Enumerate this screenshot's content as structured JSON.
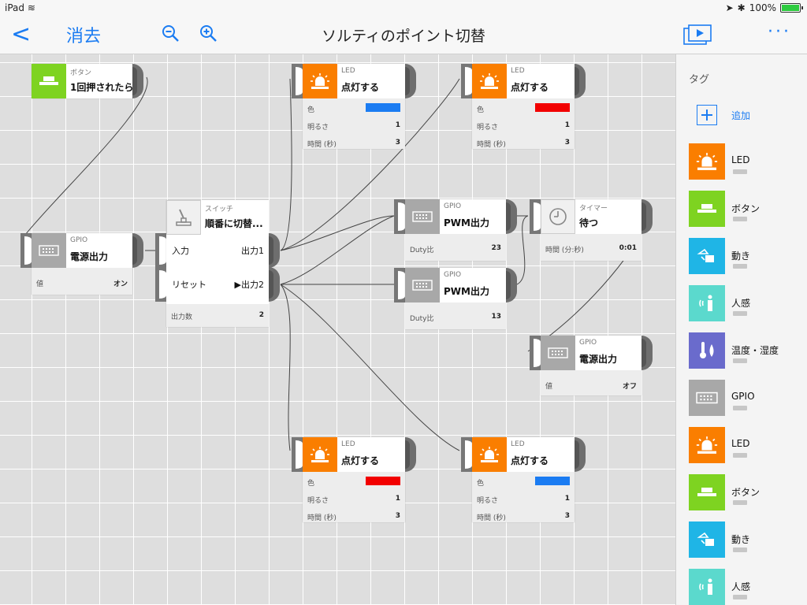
{
  "status": {
    "device": "iPad",
    "battery": "100%"
  },
  "nav": {
    "back": "<",
    "cancel": "消去",
    "title": "ソルティのポイント切替",
    "more": "···"
  },
  "colors": {
    "accent": "#1b7cf2",
    "led": "#fa7e00",
    "button": "#7ed321",
    "motion": "#1fb5e6",
    "human": "#5bd9cd",
    "temp": "#6a6bcc",
    "gpio": "#a8a8a8",
    "timer": "#f0f0f0"
  },
  "blocks": {
    "button": {
      "cat": "ボタン",
      "name": "1回押されたら",
      "icon": "button-icon"
    },
    "gpio_power": {
      "cat": "GPIO",
      "name": "電源出力",
      "params": [
        {
          "k": "値",
          "v": "オン"
        }
      ]
    },
    "switch": {
      "cat": "スイッチ",
      "name": "順番に切替...",
      "in_label": "入力",
      "reset_label": "リセット",
      "out1": "出力1",
      "out2": "▶出力2",
      "count_label": "出力数",
      "count": "2"
    },
    "led1": {
      "cat": "LED",
      "name": "点灯する",
      "color_label": "色",
      "color": "#1b7cf2",
      "bright_label": "明るさ",
      "bright": "1",
      "time_label": "時間 (秒)",
      "time": "3"
    },
    "led2": {
      "cat": "LED",
      "name": "点灯する",
      "color_label": "色",
      "color": "#f20000",
      "bright_label": "明るさ",
      "bright": "1",
      "time_label": "時間 (秒)",
      "time": "3"
    },
    "pwm1": {
      "cat": "GPIO",
      "name": "PWM出力",
      "param_label": "Duty比",
      "param": "23"
    },
    "pwm2": {
      "cat": "GPIO",
      "name": "PWM出力",
      "param_label": "Duty比",
      "param": "13"
    },
    "timer": {
      "cat": "タイマー",
      "name": "待つ",
      "param_label": "時間 (分:秒)",
      "param": "0:01"
    },
    "gpio_off": {
      "cat": "GPIO",
      "name": "電源出力",
      "param_label": "値",
      "param": "オフ"
    },
    "led3": {
      "cat": "LED",
      "name": "点灯する",
      "color_label": "色",
      "color": "#f20000",
      "bright_label": "明るさ",
      "bright": "1",
      "time_label": "時間 (秒)",
      "time": "3"
    },
    "led4": {
      "cat": "LED",
      "name": "点灯する",
      "color_label": "色",
      "color": "#1b7cf2",
      "bright_label": "明るさ",
      "bright": "1",
      "time_label": "時間 (秒)",
      "time": "3"
    }
  },
  "sidebar": {
    "header": "タグ",
    "add_label": "追加",
    "tags": [
      {
        "label": "LED",
        "icon": "led-icon",
        "color": "#fa7e00"
      },
      {
        "label": "ボタン",
        "icon": "button-icon",
        "color": "#7ed321"
      },
      {
        "label": "動き",
        "icon": "motion-icon",
        "color": "#1fb5e6"
      },
      {
        "label": "人感",
        "icon": "human-sensor-icon",
        "color": "#5bd9cd"
      },
      {
        "label": "温度・湿度",
        "icon": "temperature-humidity-icon",
        "color": "#6a6bcc"
      },
      {
        "label": "GPIO",
        "icon": "gpio-icon",
        "color": "#a8a8a8"
      },
      {
        "label": "LED",
        "icon": "led-icon",
        "color": "#fa7e00"
      },
      {
        "label": "ボタン",
        "icon": "button-icon",
        "color": "#7ed321"
      },
      {
        "label": "動き",
        "icon": "motion-icon",
        "color": "#1fb5e6"
      },
      {
        "label": "人感",
        "icon": "human-sensor-icon",
        "color": "#5bd9cd"
      }
    ]
  }
}
